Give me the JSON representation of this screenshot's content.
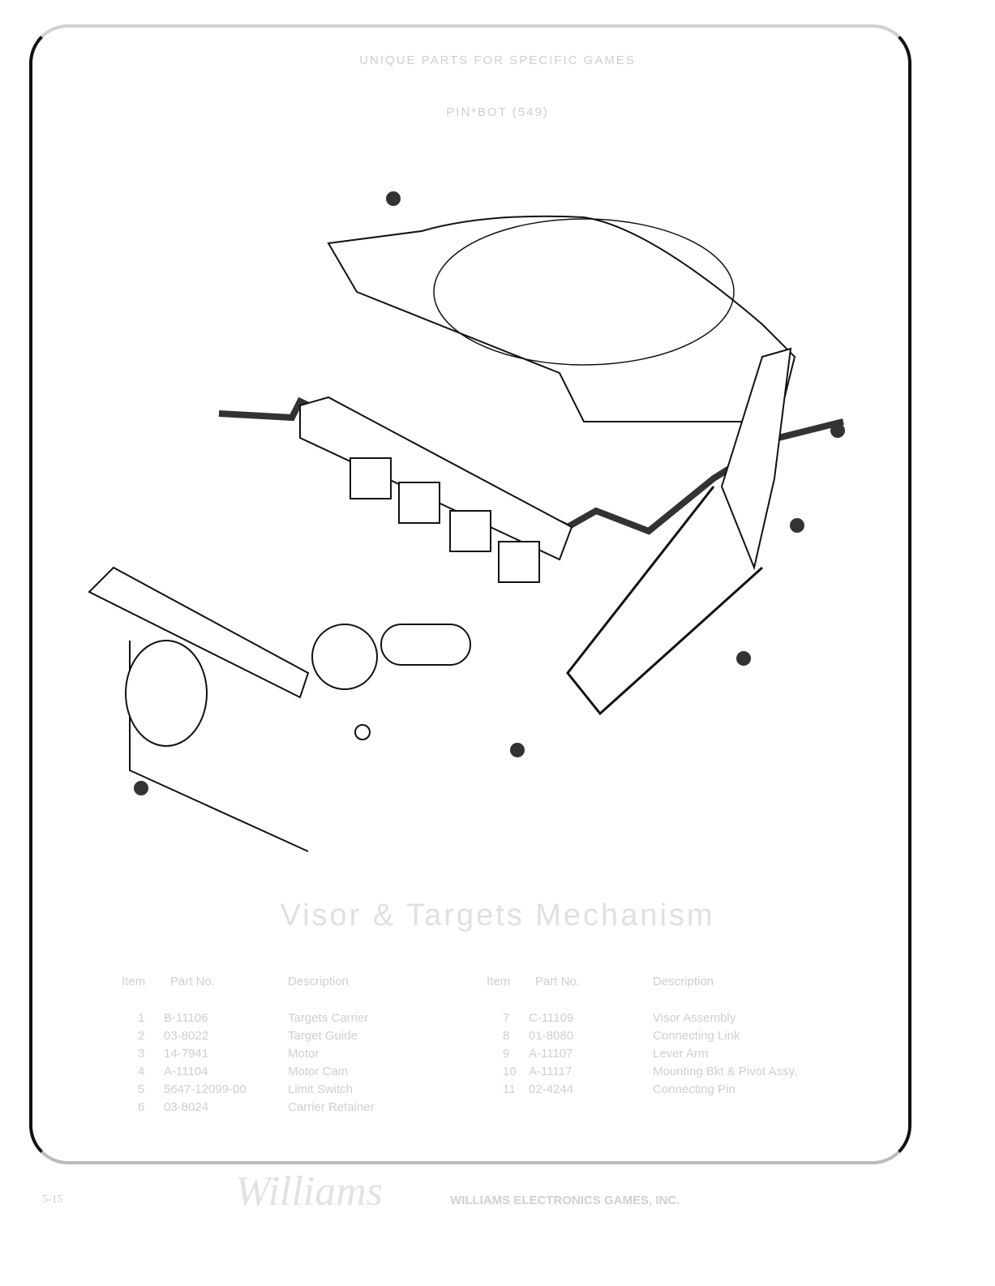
{
  "header": {
    "line1": "UNIQUE PARTS FOR SPECIFIC GAMES",
    "line2": "PIN*BOT (549)"
  },
  "title": "Visor & Targets Mechanism",
  "table": {
    "headers": {
      "item": "Item",
      "part": "Part No.",
      "desc": "Description"
    },
    "left": [
      {
        "item": "1",
        "part": "B-11106",
        "desc": "Targets Carrier"
      },
      {
        "item": "2",
        "part": "03-8022",
        "desc": "Target Guide"
      },
      {
        "item": "3",
        "part": "14-7941",
        "desc": "Motor"
      },
      {
        "item": "4",
        "part": "A-11104",
        "desc": "Motor Cam"
      },
      {
        "item": "5",
        "part": "5647-12099-00",
        "desc": "Limit Switch"
      },
      {
        "item": "6",
        "part": "03-8024",
        "desc": "Carrier Retainer"
      }
    ],
    "right": [
      {
        "item": "7",
        "part": "C-11109",
        "desc": "Visor Assembly"
      },
      {
        "item": "8",
        "part": "01-8080",
        "desc": "Connecting Link"
      },
      {
        "item": "9",
        "part": "A-11107",
        "desc": "Lever Arm"
      },
      {
        "item": "10",
        "part": "A-11117",
        "desc": "Mounting Bkt & Pivot Assy."
      },
      {
        "item": "11",
        "part": "02-4244",
        "desc": "Connecting Pin"
      }
    ]
  },
  "footer": {
    "page": "5-15",
    "logo": "Williams",
    "company": "WILLIAMS ELECTRONICS GAMES, INC."
  }
}
